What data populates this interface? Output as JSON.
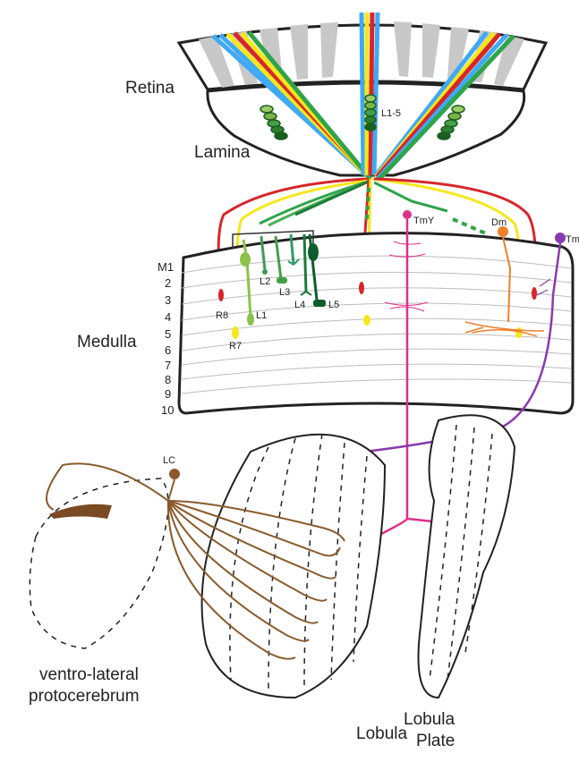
{
  "diagram": {
    "regions": {
      "retina": "Retina",
      "lamina": "Lamina",
      "medulla": "Medulla",
      "lobula": "Lobula",
      "lobula_plate_line1": "Lobula",
      "lobula_plate_line2": "Plate",
      "vlp_line1": "ventro-lateral",
      "vlp_line2": "protocerebrum"
    },
    "cells": {
      "l1_5": "L1-5",
      "tmy": "TmY",
      "dm": "Dm",
      "tm": "Tm",
      "lc": "LC",
      "r8": "R8",
      "r7": "R7",
      "l1": "L1",
      "l2": "L2",
      "l3": "L3",
      "l4": "L4",
      "l5": "L5"
    },
    "layers": [
      "M1",
      "2",
      "3",
      "4",
      "5",
      "6",
      "7",
      "8",
      "9",
      "10"
    ],
    "colors": {
      "r8": "#d7262b",
      "r7": "#f5e71b",
      "photoreceptor_blue": "#3fa9f5",
      "l1": "#8bc34a",
      "l2": "#3f9b5a",
      "l3": "#2e9a6e",
      "l4": "#1b7a3c",
      "l5": "#0d5e2c",
      "tmy": "#e0308a",
      "dm": "#f07f2a",
      "tm": "#8a3ab0",
      "lc": "#8a5a2b",
      "retina_grey": "#c8c8c8"
    }
  }
}
